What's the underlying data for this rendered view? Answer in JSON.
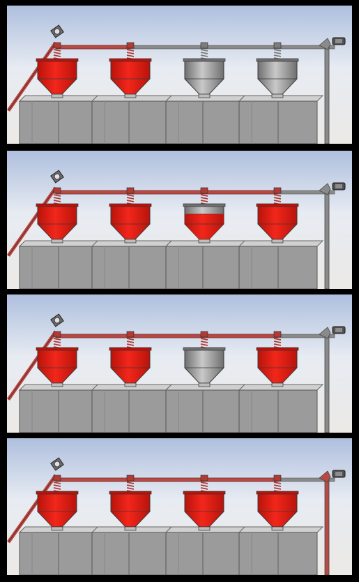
{
  "colors": {
    "hopper_full": "#f2261b",
    "hopper_full_dark": "#b8140c",
    "hopper_empty": "#a7a7a7",
    "hopper_empty_dark": "#6f6f6f",
    "conveyor_active": "#b84a45",
    "conveyor_idle": "#8a8a8a",
    "frame_border": "#000000",
    "bin_face": "#9b9b9b",
    "bin_top": "#d0d0d0"
  },
  "icons": {
    "motor_left": "motor-icon",
    "motor_right": "motor-icon"
  },
  "panels": [
    {
      "id": "stage-1",
      "conveyor_active_to_hopper": 2,
      "return_active": false,
      "hoppers": [
        {
          "state": "full",
          "fill": 1.0
        },
        {
          "state": "full",
          "fill": 1.0
        },
        {
          "state": "empty",
          "fill": 0.0
        },
        {
          "state": "empty",
          "fill": 0.0
        }
      ]
    },
    {
      "id": "stage-2",
      "conveyor_active_to_hopper": 4,
      "return_active": false,
      "hoppers": [
        {
          "state": "full",
          "fill": 1.0
        },
        {
          "state": "full",
          "fill": 1.0
        },
        {
          "state": "filling",
          "fill": 0.75
        },
        {
          "state": "full",
          "fill": 1.0
        }
      ]
    },
    {
      "id": "stage-3",
      "conveyor_active_to_hopper": 4,
      "return_active": false,
      "hoppers": [
        {
          "state": "full",
          "fill": 1.0
        },
        {
          "state": "full",
          "fill": 1.0
        },
        {
          "state": "empty",
          "fill": 0.0
        },
        {
          "state": "full",
          "fill": 1.0
        }
      ]
    },
    {
      "id": "stage-4",
      "conveyor_active_to_hopper": 4,
      "return_active": true,
      "hoppers": [
        {
          "state": "full",
          "fill": 1.0
        },
        {
          "state": "full",
          "fill": 1.0
        },
        {
          "state": "full",
          "fill": 1.0
        },
        {
          "state": "full",
          "fill": 1.0
        }
      ]
    }
  ]
}
